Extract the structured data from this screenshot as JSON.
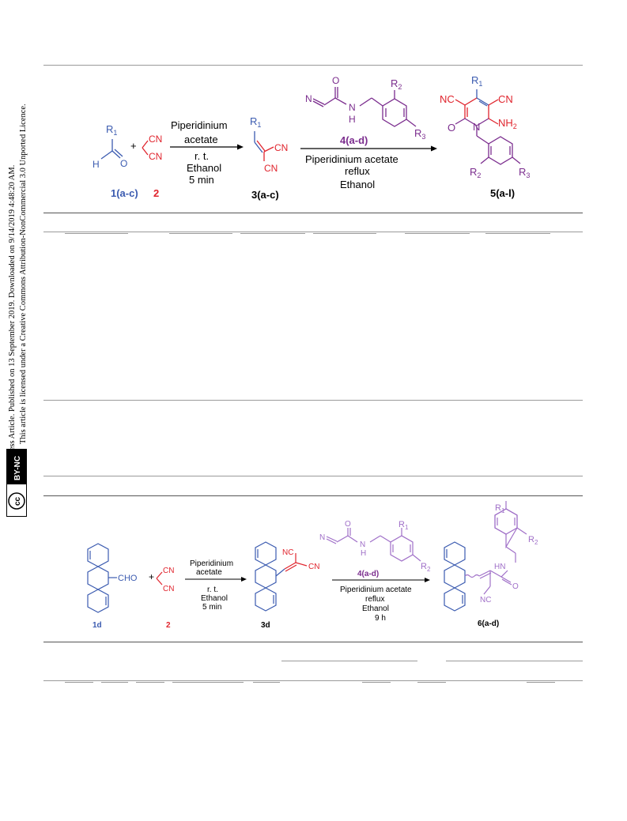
{
  "sidebar": {
    "line1": "Open Access Article. Published on 13 September 2019. Downloaded on 9/14/2019 4:48:20 AM.",
    "line2": "This article is licensed under a Creative Commons Attribution-NonCommercial 3.0 Unported Licence.",
    "badge_cc": "cc",
    "badge_by_nc": "BY-NC"
  },
  "scheme1": {
    "aldehyde_r": "R",
    "aldehyde_r_sub": "1",
    "aldehyde_h": "H",
    "aldehyde_o": "O",
    "plus": "+",
    "malononitrile_cn_top": "CN",
    "malononitrile_cn_bottom": "CN",
    "cond1_line1": "Piperidinium",
    "cond1_line2": "acetate",
    "cond1_line3": "r. t.",
    "cond1_line4": "Ethanol",
    "cond1_line5": "5 min",
    "int_r": "R",
    "int_r_sub": "1",
    "int_cn_right": "CN",
    "int_cn_bottom": "CN",
    "reagent_n": "N",
    "reagent_o": "O",
    "reagent_nh_n": "N",
    "reagent_nh_h": "H",
    "reagent_r2": "R",
    "reagent_r2_sub": "2",
    "reagent_r3": "R",
    "reagent_r3_sub": "3",
    "reagent_label": "4(a-d)",
    "cond2_line1": "Piperidinium acetate",
    "cond2_line2": "reflux",
    "cond2_line3": "Ethanol",
    "prod_r1": "R",
    "prod_r1_sub": "1",
    "prod_nc": "NC",
    "prod_cn": "CN",
    "prod_o": "O",
    "prod_n": "N",
    "prod_nh2": "NH",
    "prod_nh2_sub": "2",
    "prod_r2": "R",
    "prod_r2_sub": "2",
    "prod_r3": "R",
    "prod_r3_sub": "3",
    "label_1": "1(a-c)",
    "label_2": "2",
    "label_3": "3(a-c)",
    "label_5": "5(a-l)"
  },
  "scheme2": {
    "cho": "CHO",
    "plus": "+",
    "cn_top": "CN",
    "cn_bottom": "CN",
    "cond1_line1": "Piperidinium",
    "cond1_line2": "acetate",
    "cond1_line3": "r. t.",
    "cond1_line4": "Ethanol",
    "cond1_line5": "5 min",
    "int_nc": "NC",
    "int_cn": "CN",
    "reagent_n": "N",
    "reagent_o": "O",
    "reagent_nh_n": "N",
    "reagent_nh_h": "H",
    "reagent_r1": "R",
    "reagent_r1_sub": "1",
    "reagent_r2": "R",
    "reagent_r2_sub": "2",
    "reagent_label": "4(a-d)",
    "cond2_line1": "Piperidinium acetate",
    "cond2_line2": "reflux",
    "cond2_line3": "Ethanol",
    "cond2_line4": "9 h",
    "prod_r1": "R",
    "prod_r1_sub": "1",
    "prod_r2": "R",
    "prod_r2_sub": "2",
    "prod_hn": "HN",
    "prod_o": "O",
    "prod_nc": "NC",
    "label_1d": "1d",
    "label_2": "2",
    "label_3d": "3d",
    "label_6": "6(a-d)"
  },
  "colors": {
    "blue": "#3b5bb0",
    "red": "#e0242d",
    "purple": "#7b2d8e",
    "violet": "#a070c8"
  }
}
